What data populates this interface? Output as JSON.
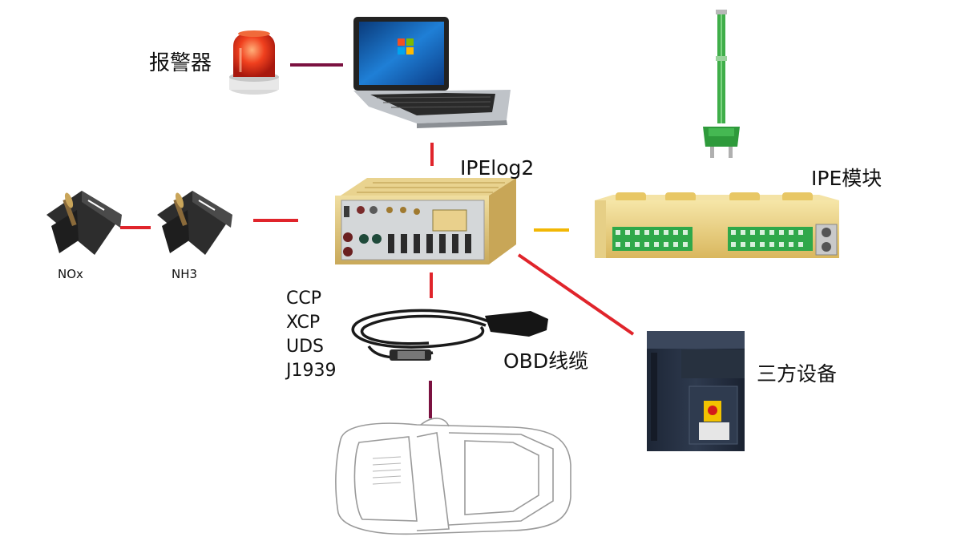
{
  "labels": {
    "alarm": "报警器",
    "ipelog": "IPElog2",
    "ipe_module": "IPE模块",
    "nox": "NOx",
    "nh3": "NH3",
    "obd_cable": "OBD线缆",
    "third_party": "三方设备"
  },
  "protocols": [
    "CCP",
    "XCP",
    "UDS",
    "J1939"
  ],
  "colors": {
    "red_link": "#e0242b",
    "dark_red_link": "#7b1140",
    "yellow_link": "#f2b705",
    "gold_device": "#dcc27a",
    "green_probe": "#3fae49"
  },
  "icons": [
    "alarm-light-icon",
    "laptop-icon",
    "ipelog2-device-icon",
    "temperature-probe-icon",
    "ipe-module-icon",
    "nox-sensor-icon",
    "nh3-sensor-icon",
    "obd-cable-icon",
    "third-party-equipment-icon",
    "car-icon"
  ]
}
